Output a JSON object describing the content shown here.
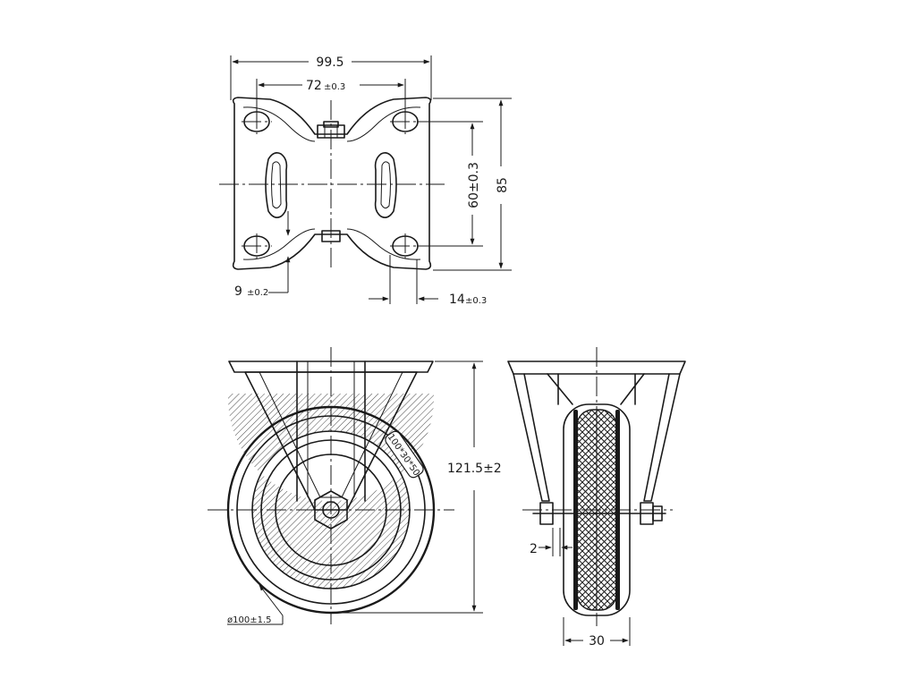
{
  "top_view": {
    "width_total": "99.5",
    "hole_spacing_x": "72",
    "hole_spacing_x_tol": "±0.3",
    "height_total": "85",
    "hole_spacing_y": "60±0.3",
    "hole_edge": "9",
    "hole_edge_tol": "±0.2",
    "plate_offset": "14",
    "plate_offset_tol": "±0.3"
  },
  "front_view": {
    "overall_height": "121.5±2",
    "wheel_diameter": "ø100±1.5",
    "tire_marking": "100*30*50"
  },
  "side_view": {
    "tread_width": "30",
    "gap": "2"
  }
}
